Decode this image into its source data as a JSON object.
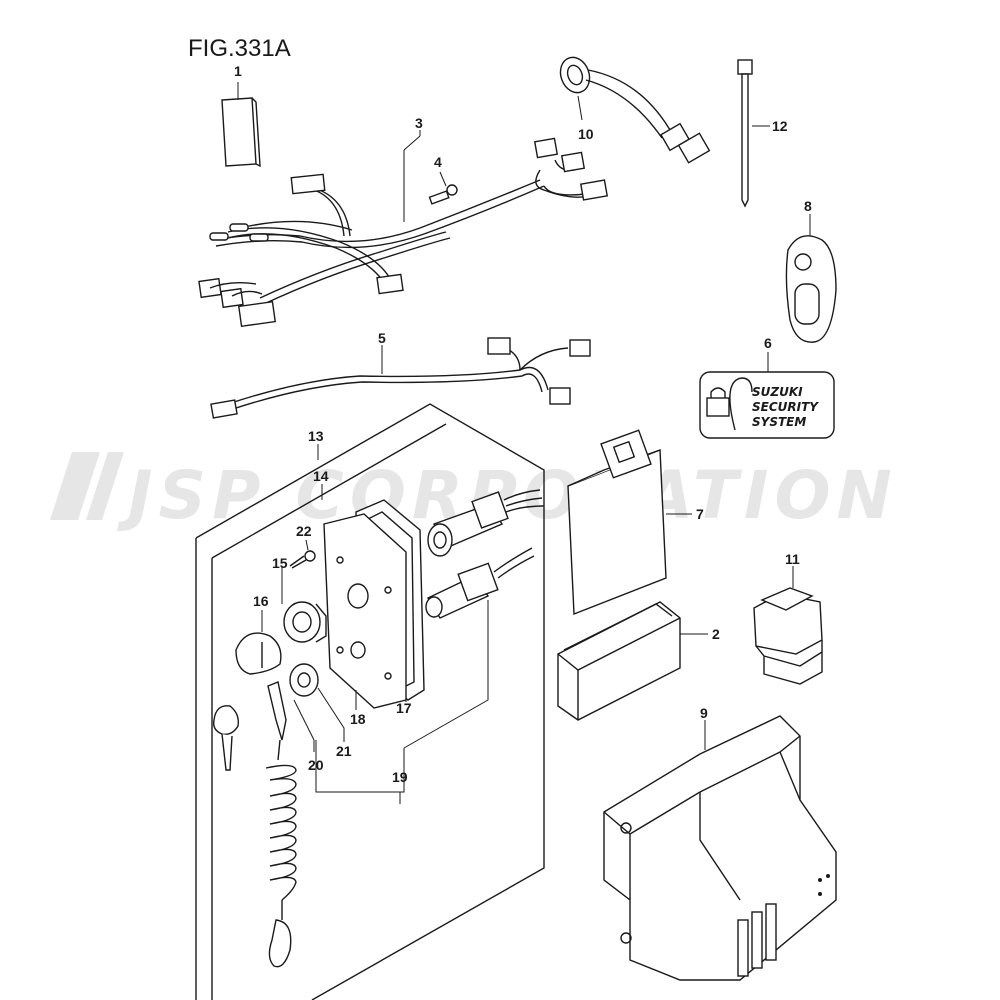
{
  "figure": {
    "title": "FIG.331A",
    "watermark": "JSP CORPORATION"
  },
  "security_label": {
    "line1": "SUZUKI",
    "line2": "SECURITY",
    "line3": "SYSTEM"
  },
  "part_numbers": {
    "p1": "1",
    "p2": "2",
    "p3": "3",
    "p4": "4",
    "p5": "5",
    "p6": "6",
    "p7": "7",
    "p8": "8",
    "p9": "9",
    "p10": "10",
    "p11": "11",
    "p12": "12",
    "p13": "13",
    "p14": "14",
    "p15": "15",
    "p16": "16",
    "p17": "17",
    "p18": "18",
    "p19": "19",
    "p20": "20",
    "p21": "21",
    "p22": "22"
  },
  "colors": {
    "line": "#1a1a1a",
    "watermark": "#e6e6e6",
    "background": "#ffffff"
  }
}
